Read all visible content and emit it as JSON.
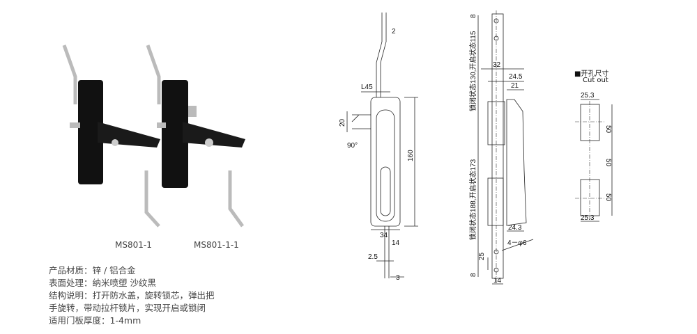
{
  "products": [
    {
      "model": "MS801-1"
    },
    {
      "model": "MS801-1-1"
    }
  ],
  "specs": [
    "产品材质：锌 / 铝合金",
    "表面处理：纳米喷塑 沙纹黑",
    "结构说明：打开防水盖，旋转锁芯，弹出把",
    "手旋转，带动拉杆锁片，实现开启或锁闭",
    "适用门板厚度：1-4mm"
  ],
  "front_view": {
    "dims": [
      "2",
      "L45",
      "20",
      "90°",
      "160",
      "34",
      "14",
      "2.5",
      "3"
    ]
  },
  "side_view": {
    "dims": [
      "8",
      "32",
      "24.5",
      "21",
      "24.3",
      "4－φ6",
      "25",
      "8",
      "14"
    ],
    "note_top": "锁闭状态130,开启状态115",
    "note_bottom": "锁闭状态188,开启状态173"
  },
  "cutout": {
    "title": "■开孔尺寸",
    "subtitle": "Cut out",
    "dims": [
      "25.3",
      "50",
      "50",
      "50",
      "25.3"
    ]
  }
}
